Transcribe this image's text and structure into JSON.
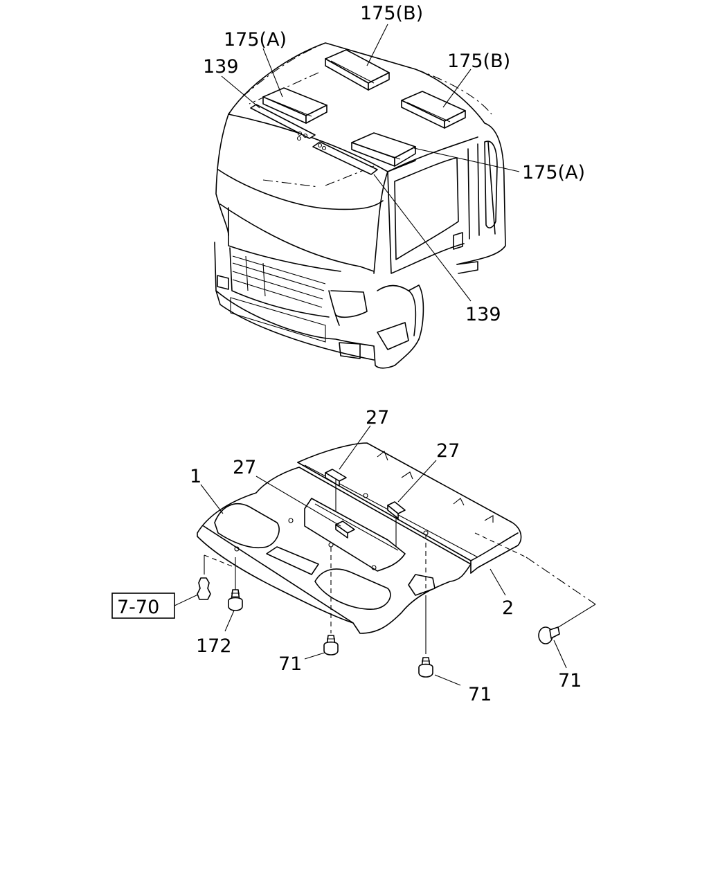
{
  "labels": {
    "top": {
      "p175b_top": "175(B)",
      "p175a_left": "175(A)",
      "p139_left": "139",
      "p175b_right": "175(B)",
      "p175a_right": "175(A)",
      "p139_bottom": "139"
    },
    "bottom": {
      "p27_top": "27",
      "p27_right": "27",
      "p27_left": "27",
      "p1": "1",
      "p2": "2",
      "ref_7_70": "7-70",
      "p172": "172",
      "p71_center": "71",
      "p71_bottom": "71",
      "p71_right": "71"
    }
  }
}
